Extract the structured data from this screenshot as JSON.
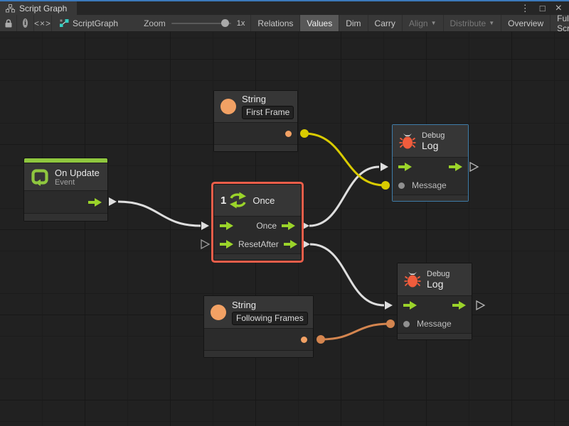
{
  "window": {
    "tab_title": "Script Graph",
    "controls": {
      "menu": "⋮",
      "maximize": "□",
      "close": "×"
    }
  },
  "toolbar": {
    "lock_icon": "lock",
    "info_icon": "info",
    "code_glyph": "<×>",
    "graph_name": "ScriptGraph",
    "zoom_label": "Zoom",
    "zoom_value": "1x",
    "buttons": [
      {
        "label": "Relations",
        "active": false,
        "enabled": true,
        "dropdown": false
      },
      {
        "label": "Values",
        "active": true,
        "enabled": true,
        "dropdown": false
      },
      {
        "label": "Dim",
        "active": false,
        "enabled": true,
        "dropdown": false
      },
      {
        "label": "Carry",
        "active": false,
        "enabled": true,
        "dropdown": false
      },
      {
        "label": "Align",
        "active": false,
        "enabled": false,
        "dropdown": true
      },
      {
        "label": "Distribute",
        "active": false,
        "enabled": false,
        "dropdown": true
      },
      {
        "label": "Overview",
        "active": false,
        "enabled": true,
        "dropdown": false
      },
      {
        "label": "Full Screen",
        "active": false,
        "enabled": true,
        "dropdown": false
      }
    ]
  },
  "nodes": {
    "string_first": {
      "title": "String",
      "value": "First Frame"
    },
    "on_update": {
      "title": "On Update",
      "subtitle": "Event"
    },
    "once": {
      "badge": "1",
      "title": "Once",
      "out1": "Once",
      "in2": "Reset",
      "out2": "After"
    },
    "debug_top": {
      "kind": "Debug",
      "title": "Log",
      "message": "Message"
    },
    "debug_bottom": {
      "kind": "Debug",
      "title": "Log",
      "message": "Message"
    },
    "string_following": {
      "title": "String",
      "value": "Following Frames"
    }
  },
  "wires": [
    {
      "name": "on-update-to-once",
      "color": "#dedede"
    },
    {
      "name": "once-out-to-debug-top-in",
      "color": "#dedede"
    },
    {
      "name": "after-out-to-debug-bottom-in",
      "color": "#dedede"
    },
    {
      "name": "string-first-to-debug-top-message",
      "color": "#d9cb00"
    },
    {
      "name": "string-following-to-debug-bottom-msg",
      "color": "#d4854f"
    }
  ],
  "colors": {
    "accent_green": "#9bd42a",
    "icon_green": "#8fc73f",
    "value_orange": "#f2a164",
    "bug_red": "#f05c3c",
    "selection_red": "#ec5e4a",
    "focus_blue": "#3e7ca8",
    "canvas_bg": "#212121"
  }
}
